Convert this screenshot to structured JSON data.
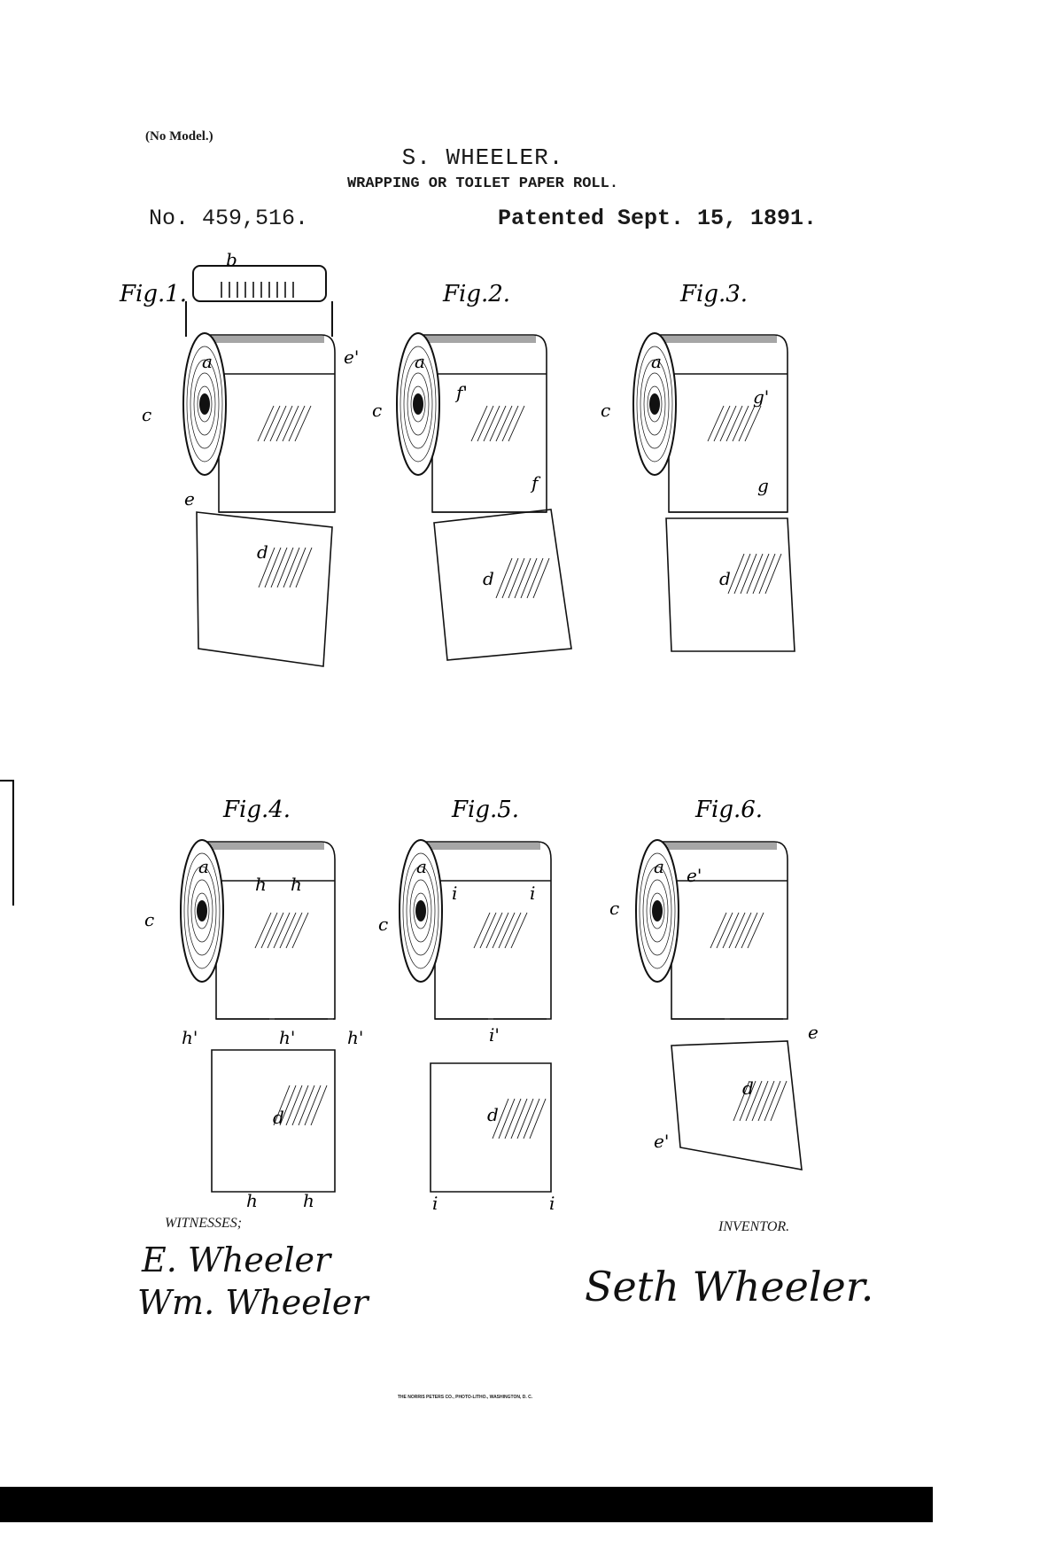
{
  "header": {
    "no_model": "(No Model.)",
    "inventor": "S. WHEELER.",
    "title": "WRAPPING OR TOILET PAPER ROLL.",
    "patent_number": "No. 459,516.",
    "patent_date": "Patented Sept. 15, 1891."
  },
  "figures": [
    {
      "title": "Fig.1.",
      "refs": [
        "b",
        "a",
        "c",
        "e'",
        "e",
        "d"
      ]
    },
    {
      "title": "Fig.2.",
      "refs": [
        "a",
        "c",
        "f'",
        "f",
        "d"
      ]
    },
    {
      "title": "Fig.3.",
      "refs": [
        "a",
        "c",
        "g'",
        "g",
        "d"
      ]
    },
    {
      "title": "Fig.4.",
      "refs": [
        "a",
        "c",
        "h",
        "h",
        "h'",
        "h'",
        "h'",
        "d",
        "h",
        "h"
      ]
    },
    {
      "title": "Fig.5.",
      "refs": [
        "a",
        "c",
        "i",
        "i",
        "i'",
        "d",
        "i",
        "i"
      ]
    },
    {
      "title": "Fig.6.",
      "refs": [
        "a",
        "c",
        "e'",
        "e",
        "d",
        "e'"
      ]
    }
  ],
  "footer": {
    "witnesses_label": "WITNESSES;",
    "inventor_label": "INVENTOR.",
    "witness_signature_1": "E. Wheeler",
    "witness_signature_2": "Wm. Wheeler",
    "inventor_signature": "Seth Wheeler.",
    "imprint": "THE NORRIS PETERS CO., PHOTO-LITHO., WASHINGTON, D. C."
  }
}
